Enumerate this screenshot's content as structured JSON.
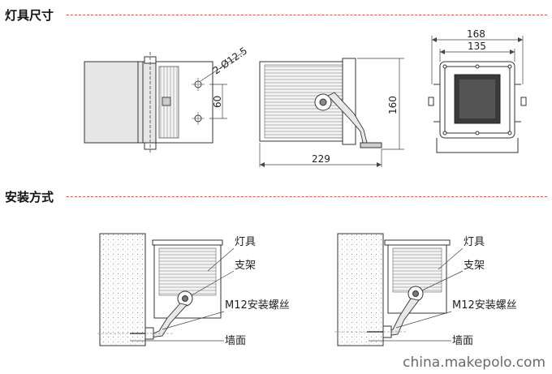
{
  "sections": {
    "dimensions_title": "灯具尺寸",
    "install_title": "安装方式"
  },
  "dimensions": {
    "hole_spec": "2-Ø12.5",
    "hole_spacing": "60",
    "height": "160",
    "depth": "229",
    "outer_width": "168",
    "inner_width": "135"
  },
  "install_labels": {
    "left": {
      "lamp": "灯具",
      "bracket": "支架",
      "bolt": "M12安装螺丝",
      "wall": "墙面"
    },
    "right": {
      "lamp": "灯具",
      "bracket": "支架",
      "bolt": "M12安装螺丝",
      "wall": "墙面"
    }
  },
  "watermark": "china.makepolo.com",
  "colors": {
    "accent_dash": "#d9534f",
    "line": "#444444"
  }
}
